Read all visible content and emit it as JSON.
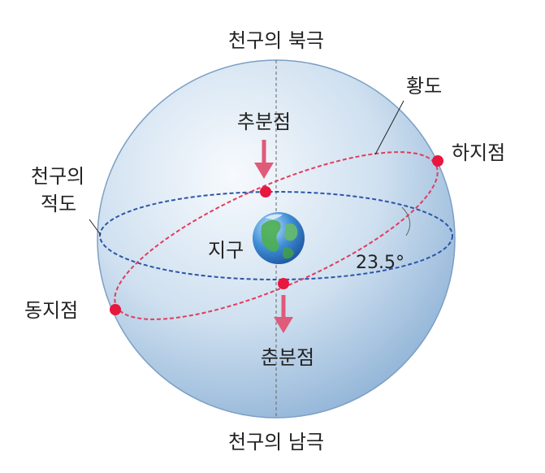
{
  "labels": {
    "north_pole": "천구의 북극",
    "south_pole": "천구의 남극",
    "ecliptic": "황도",
    "autumnal_equinox": "추분점",
    "summer_solstice": "하지점",
    "celestial_equator_line1": "천구의",
    "celestial_equator_line2": "적도",
    "earth": "지구",
    "tilt_angle": "23.5°",
    "winter_solstice": "동지점",
    "vernal_equinox": "춘분점"
  },
  "colors": {
    "sphere_light": "#f4f8fc",
    "sphere_mid": "#c9dcee",
    "sphere_dark": "#8fb3d8",
    "sphere_edge": "#7c9fc4",
    "equator": "#2a55a8",
    "ecliptic": "#e03d5e",
    "point": "#e8173e",
    "arrow": "#e05a7a",
    "axis": "#666666",
    "text": "#222222"
  },
  "icons": {
    "earth": "earth-icon",
    "arrows": "arrow-down-icon"
  }
}
